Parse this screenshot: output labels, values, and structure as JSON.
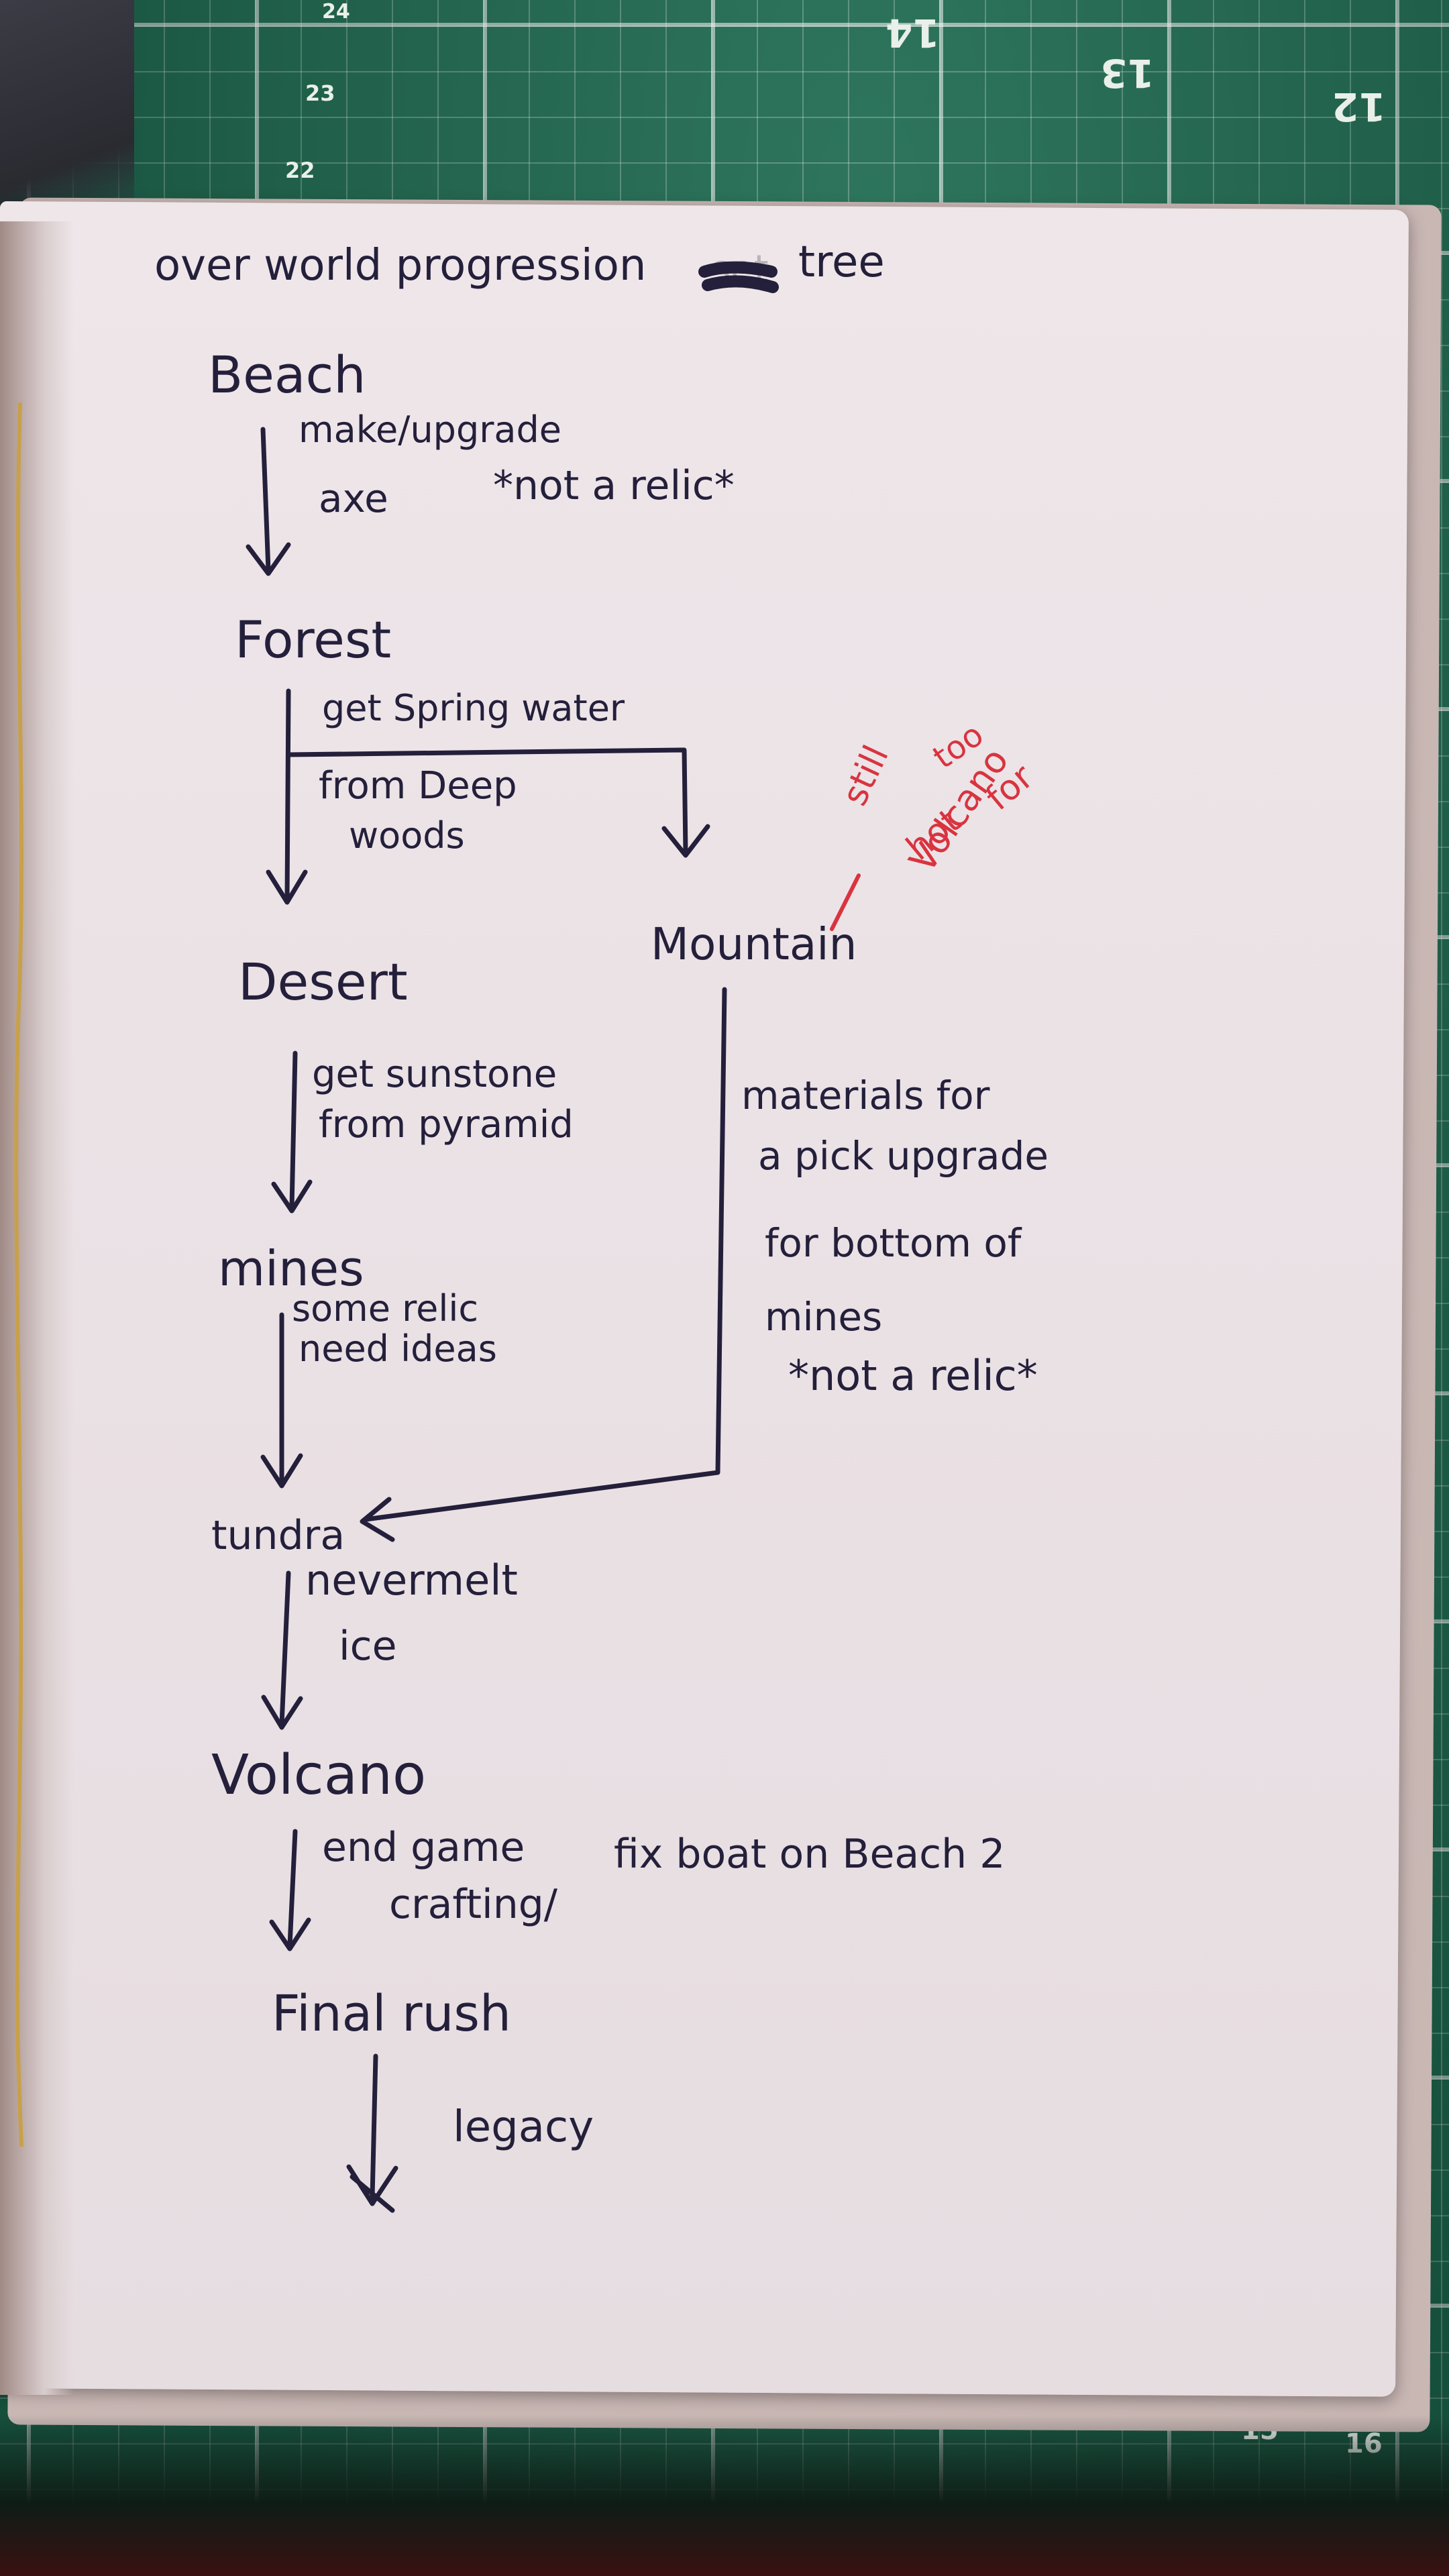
{
  "ruler": {
    "numbers": [
      "24",
      "23",
      "22",
      "14",
      "13",
      "12",
      "15",
      "16"
    ]
  },
  "notes": {
    "title": "over world progression",
    "title_strike": "set",
    "title_end": "tree",
    "beach": "Beach",
    "beach_note_1": "make/upgrade",
    "beach_note_2": "axe",
    "beach_star": "*not a relic*",
    "forest": "Forest",
    "forest_note_1": "get Spring water",
    "forest_note_2": "from Deep",
    "forest_note_3": "woods",
    "mountain": "Mountain",
    "red_1": "still",
    "red_2": "too",
    "red_3": "hot",
    "red_4": "for",
    "red_5": "Volcano",
    "desert": "Desert",
    "desert_note_1": "get sunstone",
    "desert_note_2": "from pyramid",
    "mountain_note_1": "materials for",
    "mountain_note_2": "a pick upgrade",
    "mountain_note_3": "for bottom of",
    "mountain_note_4": "mines",
    "mountain_star": "*not a relic*",
    "mines": "mines",
    "mines_note_1": "some relic",
    "mines_note_2": "need ideas",
    "tundra": "tundra",
    "tundra_note_1": "nevermelt",
    "tundra_note_2": "ice",
    "volcano": "Volcano",
    "volcano_note_1": "end game",
    "volcano_note_2": "crafting/",
    "volcano_note_3": "fix boat on Beach 2",
    "final": "Final rush",
    "final_note": "legacy"
  },
  "colors": {
    "ink": "#241f3a",
    "red_ink": "#d8343f",
    "mat": "#1d6a50",
    "paper": "#ece3e7"
  }
}
